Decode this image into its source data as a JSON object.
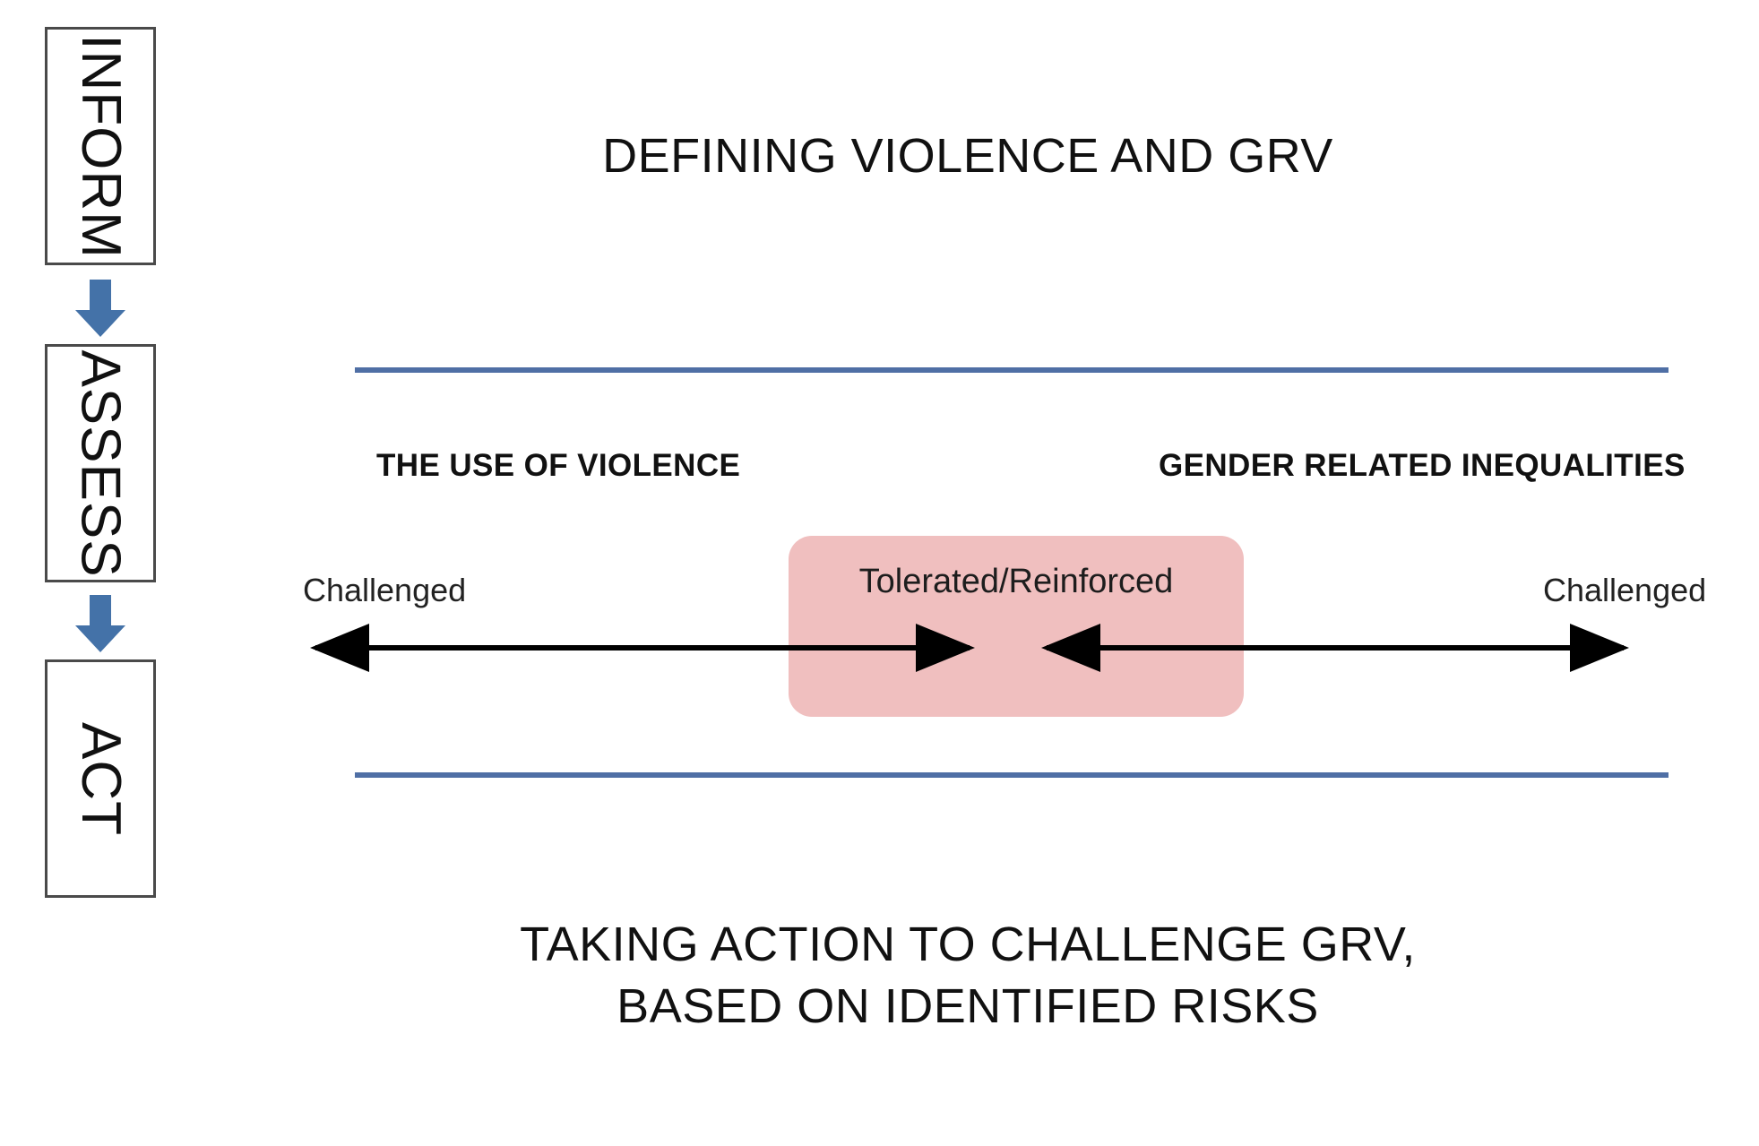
{
  "diagram": {
    "title": "DEFINING VIOLENCE AND GRV",
    "footer": "TAKING ACTION TO CHALLENGE GRV,\nBASED ON IDENTIFIED RISKS",
    "colors": {
      "rule_blue": "#4f6fa5",
      "arrow_blue": "#4472a8",
      "center_pink": "#f0bfbf",
      "box_border": "#4a4a4a",
      "text": "#111111"
    }
  },
  "stages": [
    {
      "label": "INFORM",
      "icon": "down-arrow-icon"
    },
    {
      "label": "ASSESS",
      "icon": "down-arrow-icon"
    },
    {
      "label": "ACT"
    }
  ],
  "spectrum": {
    "left_heading": "THE USE OF VIOLENCE",
    "right_heading": "GENDER RELATED INEQUALITIES",
    "left_endpoint": "Challenged",
    "right_endpoint": "Challenged",
    "center_state": "Tolerated/Reinforced"
  },
  "chart_data": {
    "type": "diagram",
    "title": "DEFINING VIOLENCE AND GRV",
    "axes": [
      {
        "name": "THE USE OF VIOLENCE",
        "from": "Challenged",
        "to": "Tolerated/Reinforced",
        "direction": "left-to-right"
      },
      {
        "name": "GENDER RELATED INEQUALITIES",
        "from": "Challenged",
        "to": "Tolerated/Reinforced",
        "direction": "right-to-left"
      }
    ],
    "flow": [
      "INFORM",
      "ASSESS",
      "ACT"
    ],
    "annotation": "TAKING ACTION TO CHALLENGE GRV, BASED ON IDENTIFIED RISKS"
  }
}
